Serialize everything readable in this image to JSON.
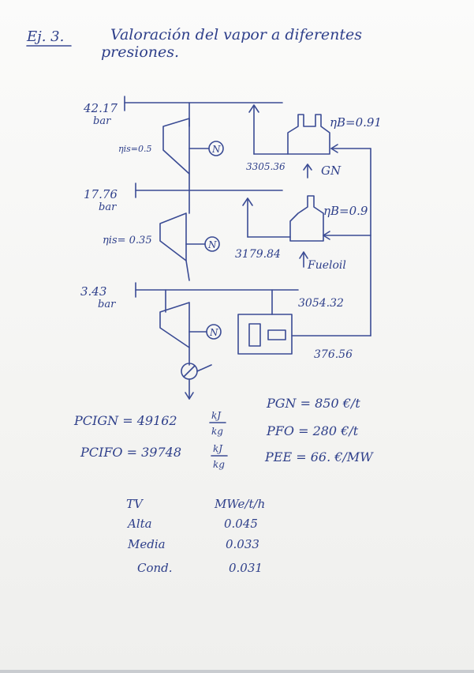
{
  "heading": {
    "exercise": "Ej. 3.",
    "title_line1": "Valoración del vapor a diferentes",
    "title_line2": "presiones."
  },
  "levels": [
    {
      "pressure": "42.17",
      "unit": "bar",
      "efficiency": "ηis=0.5",
      "enthalpy": "3305.36",
      "boiler_eff": "ηB=0.91",
      "fuel": "GN"
    },
    {
      "pressure": "17.76",
      "unit": "bar",
      "efficiency": "ηis= 0.35",
      "enthalpy": "3179.84",
      "boiler_eff": "ηB=0.9",
      "fuel": "Fueloil"
    },
    {
      "pressure": "3.43",
      "unit": "bar",
      "enthalpy": "3054.32"
    }
  ],
  "generator_symbol": "N",
  "condensate_enthalpy": "376.56",
  "pci": {
    "gn": "PCIGN = 49162",
    "fo": "PCIFO = 39748",
    "unit_num": "kJ",
    "unit_den": "kg"
  },
  "prices": {
    "gn": "PGN = 850 €/t",
    "fo": "PFO = 280 €/t",
    "ee": "PEE = 66. €/MW"
  },
  "table": {
    "headers": [
      "TV",
      "MWe/t/h"
    ],
    "rows": [
      {
        "label": "Alta",
        "value": "0.045"
      },
      {
        "label": "Media",
        "value": "0.033"
      },
      {
        "label": "Cond.",
        "value": "0.031"
      }
    ]
  },
  "colors": {
    "ink": "#2e3f8a",
    "paper": "#f7f7f5"
  }
}
